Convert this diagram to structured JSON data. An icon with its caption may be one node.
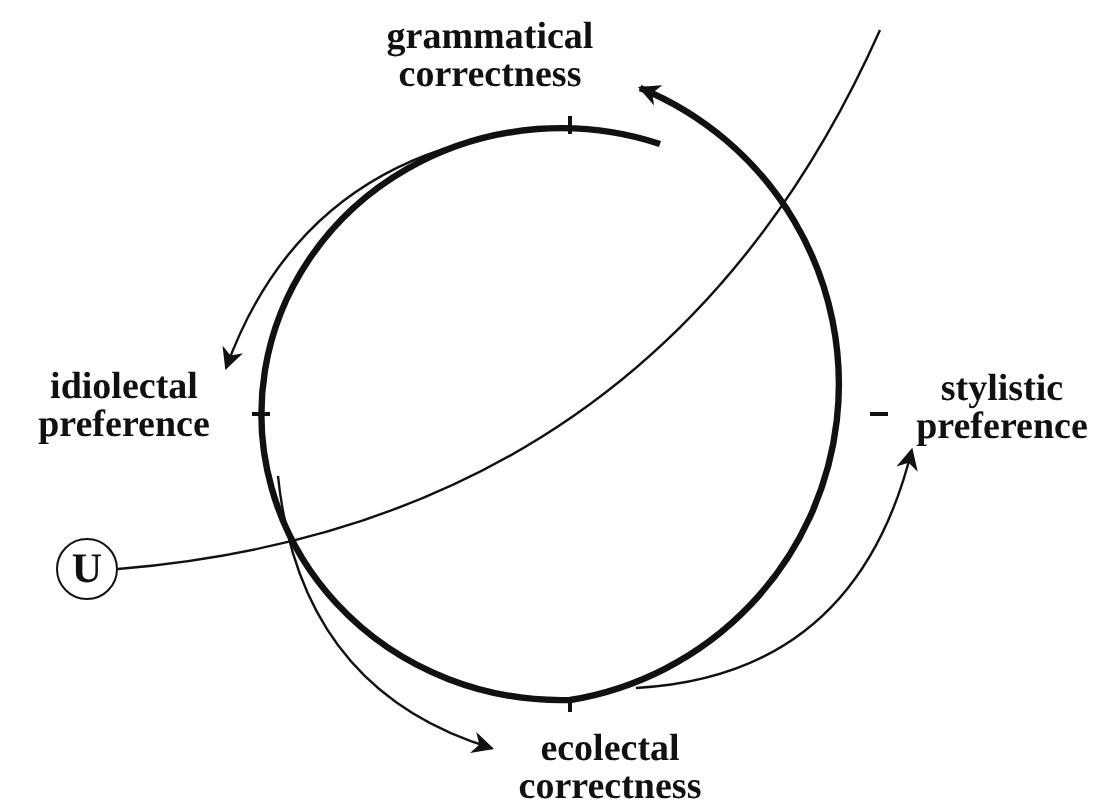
{
  "diagram": {
    "nodes": [
      {
        "text": [
          "grammatical correctness"
        ]
      },
      {
        "text": [
          "idiolectal preference"
        ]
      },
      {
        "text": [
          "stylistic preference"
        ]
      },
      {
        "text": [
          "ecolectal correctness"
        ]
      },
      {
        "text": [
          "U"
        ]
      }
    ],
    "edges": [
      {
        "from": null,
        "to": 0,
        "arrow": "to",
        "style": "thick"
      },
      {
        "from": null,
        "to": 1,
        "arrow": "to"
      },
      {
        "from": null,
        "to": 3,
        "arrow": "to"
      },
      {
        "from": null,
        "to": 2,
        "arrow": "to"
      },
      {
        "from": 4,
        "to": null,
        "arrow": "none"
      }
    ]
  }
}
